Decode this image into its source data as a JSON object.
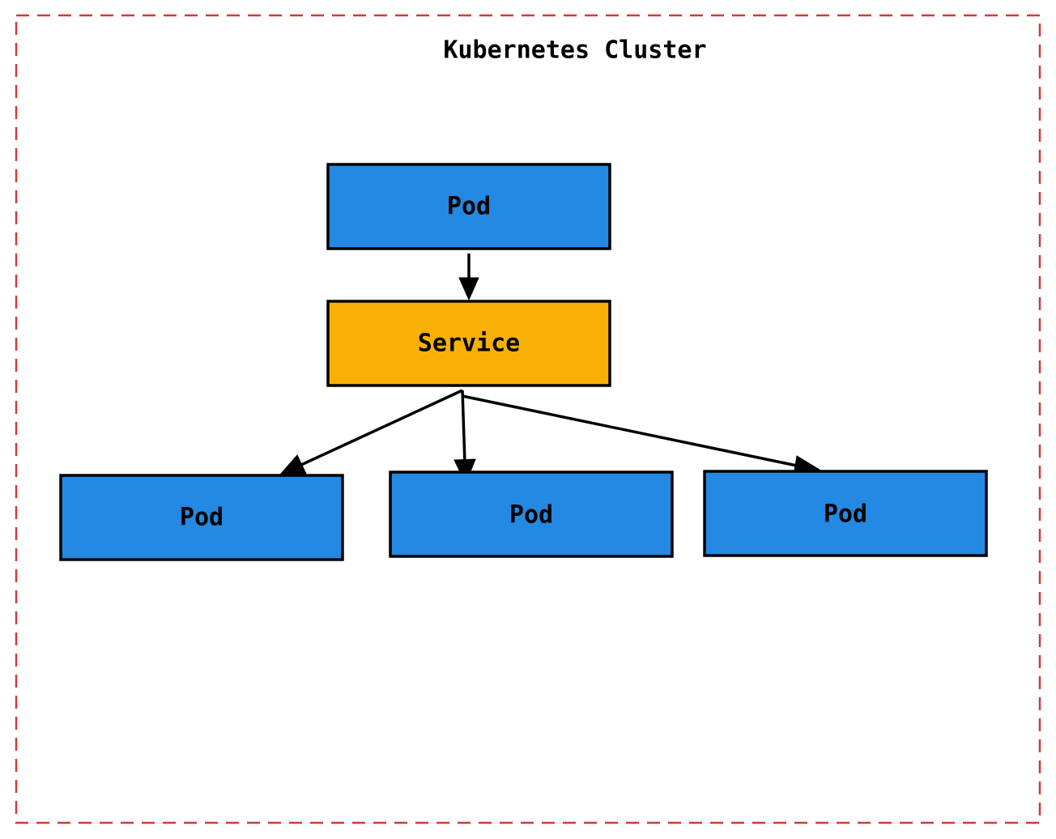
{
  "cluster": {
    "label": "Kubernetes Cluster",
    "border_color": "#d03a3a"
  },
  "colors": {
    "pod_fill": "#2389e3",
    "service_fill": "#f9b005"
  },
  "nodes": {
    "top_pod": {
      "label": "Pod",
      "kind": "pod"
    },
    "service": {
      "label": "Service",
      "kind": "service"
    },
    "pod_left": {
      "label": "Pod",
      "kind": "pod"
    },
    "pod_center": {
      "label": "Pod",
      "kind": "pod"
    },
    "pod_right": {
      "label": "Pod",
      "kind": "pod"
    }
  },
  "edges": [
    {
      "from": "top_pod",
      "to": "service"
    },
    {
      "from": "service",
      "to": "pod_left"
    },
    {
      "from": "service",
      "to": "pod_center"
    },
    {
      "from": "service",
      "to": "pod_right"
    }
  ]
}
